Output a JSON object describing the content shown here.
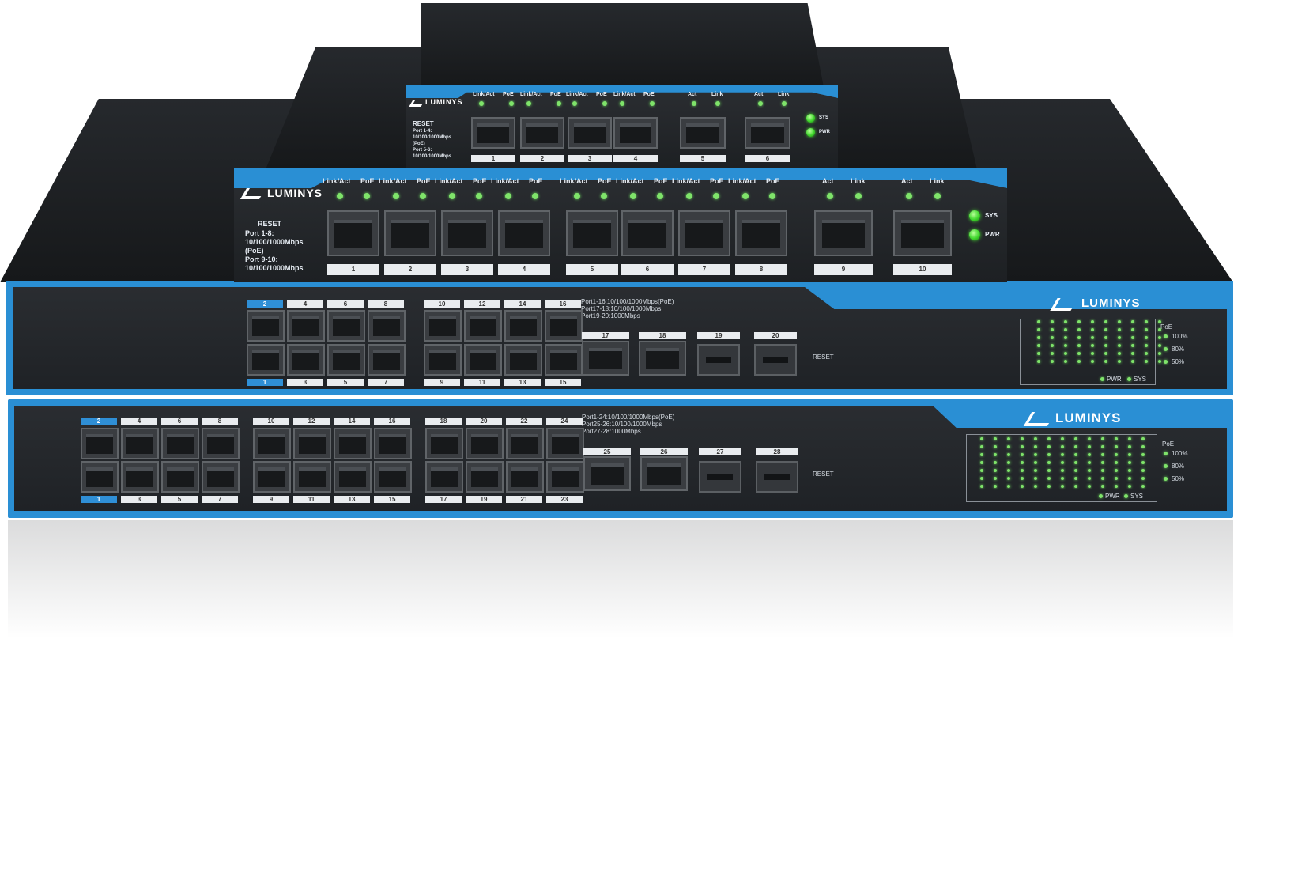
{
  "brand": "LUMINYS",
  "colors": {
    "accent_blue": "#2f8fd6",
    "body": "#1f2226",
    "led_green": "#7fe36a"
  },
  "switch6": {
    "led_labels": [
      "Link/Act",
      "PoE",
      "Link/Act",
      "PoE",
      "Link/Act",
      "PoE",
      "Link/Act",
      "PoE",
      "Act",
      "Link",
      "Act",
      "Link"
    ],
    "reset": "RESET",
    "spec_line1": "Port 1-4:",
    "spec_line2": "10/100/1000Mbps",
    "spec_line3": "(PoE)",
    "spec_line4": "Port 5-6:",
    "spec_line5": "10/100/1000Mbps",
    "sys": "SYS",
    "pwr": "PWR",
    "ports": [
      "1",
      "2",
      "3",
      "4",
      "5",
      "6"
    ]
  },
  "switch10": {
    "led_labels": [
      "Link/Act",
      "PoE",
      "Link/Act",
      "PoE",
      "Link/Act",
      "PoE",
      "Link/Act",
      "PoE",
      "Link/Act",
      "PoE",
      "Link/Act",
      "PoE",
      "Link/Act",
      "PoE",
      "Link/Act",
      "PoE",
      "Act",
      "Link",
      "Act",
      "Link"
    ],
    "reset": "RESET",
    "spec_line1": "Port 1-8:",
    "spec_line2": "10/100/1000Mbps",
    "spec_line3": "(PoE)",
    "spec_line4": "Port 9-10:",
    "spec_line5": "10/100/1000Mbps",
    "sys": "SYS",
    "pwr": "PWR",
    "ports": [
      "1",
      "2",
      "3",
      "4",
      "5",
      "6",
      "7",
      "8",
      "9",
      "10"
    ]
  },
  "switch20": {
    "top_labels": [
      "2",
      "4",
      "6",
      "8",
      "10",
      "12",
      "14",
      "16"
    ],
    "bottom_labels": [
      "1",
      "3",
      "5",
      "7",
      "9",
      "11",
      "13",
      "15"
    ],
    "extra_labels": [
      "17",
      "18",
      "19",
      "20"
    ],
    "spec_line1": "Port1-16:10/100/1000Mbps(PoE)",
    "spec_line2": "Port17-18:10/100/1000Mbps",
    "spec_line3": "Port19-20:1000Mbps",
    "reset": "RESET",
    "poe": "PoE",
    "p100": "100%",
    "p80": "80%",
    "p50": "50%",
    "pwr": "PWR",
    "sys": "SYS"
  },
  "switch28": {
    "top_labels": [
      "2",
      "4",
      "6",
      "8",
      "10",
      "12",
      "14",
      "16",
      "18",
      "20",
      "22",
      "24"
    ],
    "bottom_labels": [
      "1",
      "3",
      "5",
      "7",
      "9",
      "11",
      "13",
      "15",
      "17",
      "19",
      "21",
      "23"
    ],
    "extra_labels": [
      "25",
      "26",
      "27",
      "28"
    ],
    "spec_line1": "Port1-24:10/100/1000Mbps(PoE)",
    "spec_line2": "Port25-26:10/100/1000Mbps",
    "spec_line3": "Port27-28:1000Mbps",
    "reset": "RESET",
    "poe": "PoE",
    "p100": "100%",
    "p80": "80%",
    "p50": "50%",
    "pwr": "PWR",
    "sys": "SYS"
  }
}
